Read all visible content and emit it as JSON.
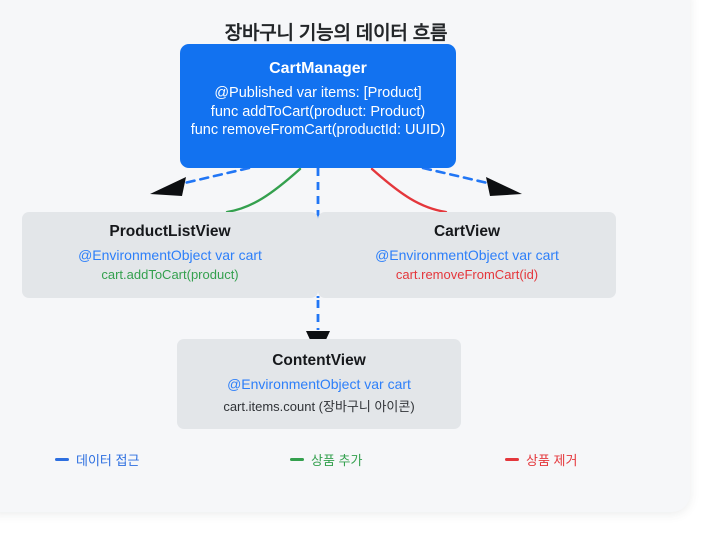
{
  "title": "장바구니 기능의 데이터 흐름",
  "colors": {
    "manager": "#1272f0",
    "node_grey": "#e3e6e9",
    "access": "#2d6fe0",
    "add": "#34a04e",
    "remove": "#e4373c",
    "canvas": "#f6f7f9",
    "env_text": "#2d7ff9"
  },
  "nodes": {
    "cartmanager": {
      "title": "CartManager",
      "lines": [
        "@Published var items: [Product]",
        "func addToCart(product: Product)",
        "func removeFromCart(productId: UUID)"
      ]
    },
    "productlistview": {
      "title": "ProductListView",
      "env": "@EnvironmentObject var cart",
      "call": "cart.addToCart(product)"
    },
    "cartview": {
      "title": "CartView",
      "env": "@EnvironmentObject var cart",
      "call": "cart.removeFromCart(id)"
    },
    "contentview": {
      "title": "ContentView",
      "env": "@EnvironmentObject var cart",
      "call": "cart.items.count (장바구니 아이콘)"
    }
  },
  "legend": [
    {
      "label": "데이터 접근",
      "color": "#2d6fe0",
      "style": "solid-dash"
    },
    {
      "label": "상품 추가",
      "color": "#34a04e",
      "style": "solid-dash"
    },
    {
      "label": "상품 제거",
      "color": "#e4373c",
      "style": "solid-dash"
    }
  ],
  "connectors": {
    "manager_to_productlist": "dashed-blue-left-arrow",
    "manager_to_cartview": "dashed-blue-right-arrow",
    "manager_to_contentview": "dashed-blue-down-arrow",
    "productlist_add_curve": "green-curve",
    "cartview_remove_curve": "red-curve"
  }
}
